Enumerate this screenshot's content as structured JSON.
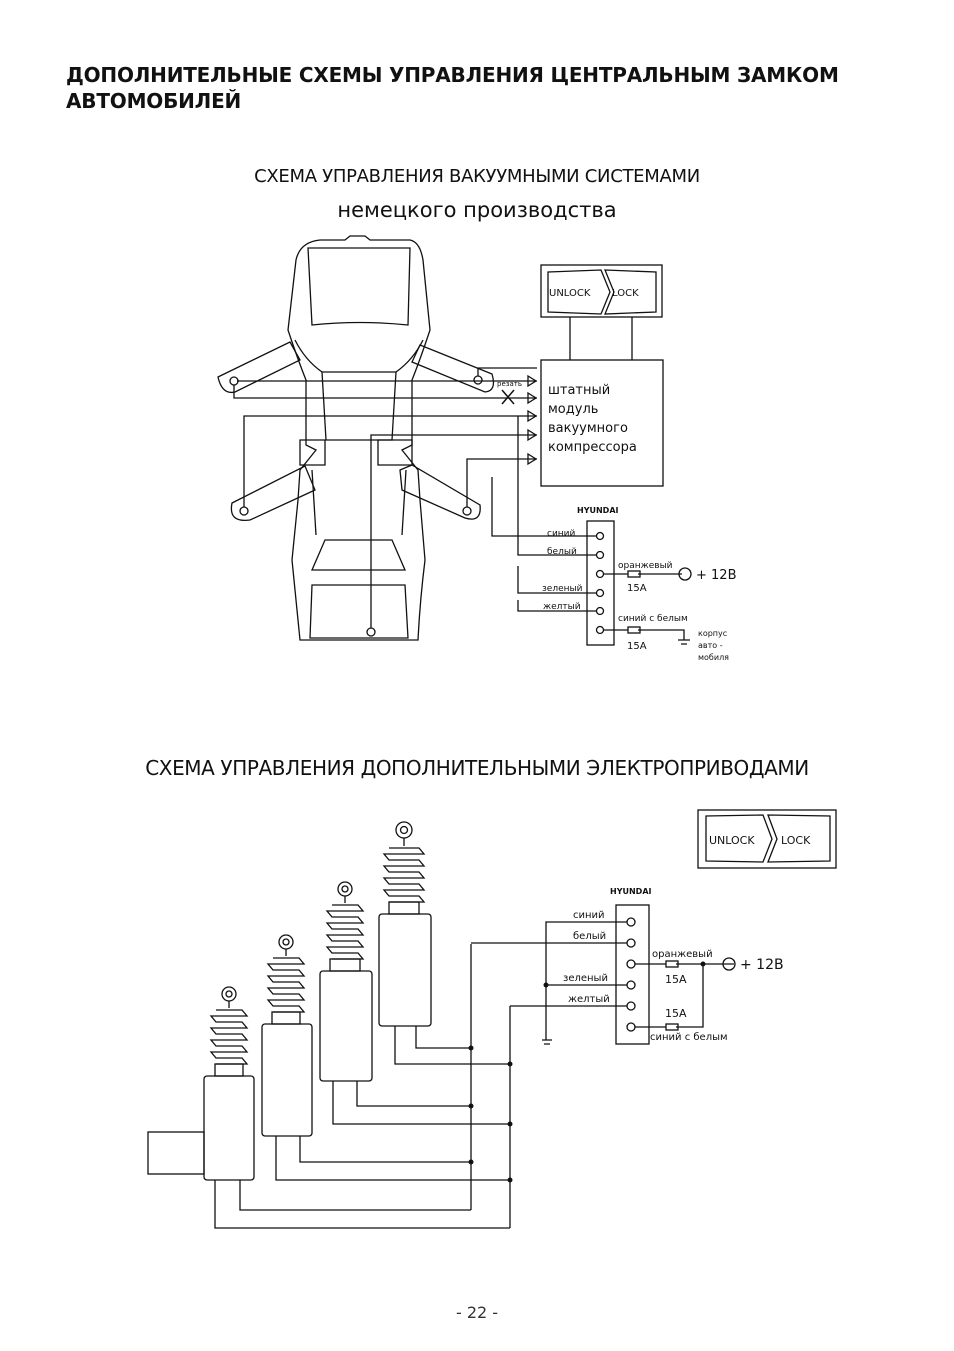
{
  "heading": "ДОПОЛНИТЕЛЬНЫЕ СХЕМЫ УПРАВЛЕНИЯ ЦЕНТРАЛЬНЫМ ЗАМКОМ АВТОМОБИЛЕЙ",
  "diagram1": {
    "title": "СХЕМА УПРАВЛЕНИЯ ВАКУУМНЫМИ СИСТЕМАМИ",
    "subtitle": "немецкого производства",
    "unlock": "UNLOCK",
    "lock": "LOCK",
    "cut_label": "резать",
    "module_lines": [
      "штатный",
      "модуль",
      "вакуумного",
      "компрессора"
    ],
    "brand": "HYUNDAI",
    "wires": [
      "синий",
      "белый",
      "зеленый",
      "желтый"
    ],
    "orange": "оранжевый",
    "fuse1": "15A",
    "power": "+ 12В",
    "blue_white": "синий с белым",
    "fuse2": "15A",
    "ground_lines": [
      "корпус",
      "авто -",
      "мобиля"
    ]
  },
  "diagram2": {
    "title": "СХЕМА УПРАВЛЕНИЯ ДОПОЛНИТЕЛЬНЫМИ ЭЛЕКТРОПРИВОДАМИ",
    "unlock": "UNLOCK",
    "lock": "LOCK",
    "brand": "HYUNDAI",
    "wires": [
      "синий",
      "белый",
      "зеленый",
      "желтый"
    ],
    "orange": "оранжевый",
    "fuse1": "15A",
    "power": "+ 12В",
    "fuse2": "15A",
    "blue_white": "синий с белым"
  },
  "page_number": "- 22 -"
}
